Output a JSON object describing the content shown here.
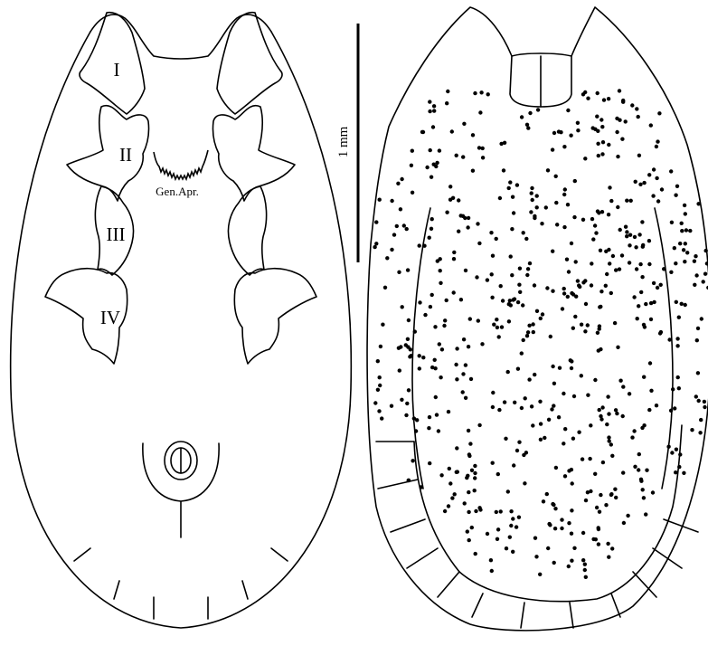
{
  "figure": {
    "ventral_view": {
      "coxa_labels": [
        "I",
        "II",
        "III",
        "IV"
      ],
      "genital_apron_label": "Gen.Apr."
    },
    "scale_bar": {
      "label": "1 mm"
    },
    "dorsal_view": {
      "punctation": "dense dots"
    },
    "colors": {
      "ink": "#000000",
      "background": "#ffffff"
    }
  }
}
